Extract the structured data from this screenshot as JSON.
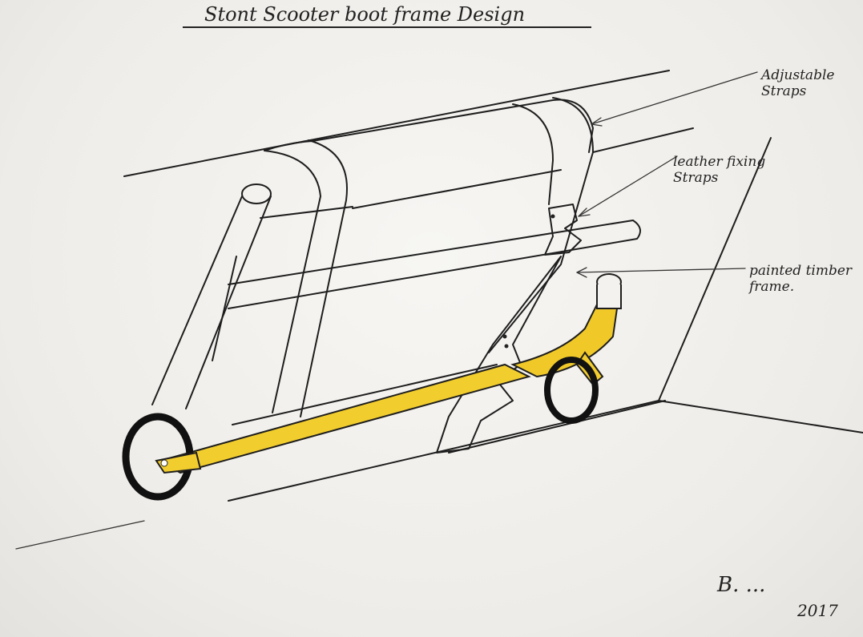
{
  "title": "Stont Scooter boot frame Design",
  "labels": {
    "adjustable_straps": "Adjustable Straps",
    "leather_fixing_straps": "leather fixing Straps",
    "painted_timber_frame": "painted timber frame."
  },
  "signature": "B. ...",
  "year": "2017",
  "colors": {
    "paper": "#f1efeb",
    "ink": "#1e1e1e",
    "scooter_yellow": "#f2cd2e"
  }
}
